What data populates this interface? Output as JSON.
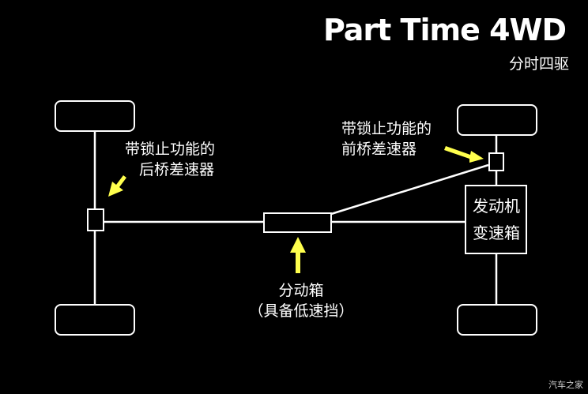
{
  "title": "Part Time 4WD",
  "subtitle": "分时四驱",
  "labels": {
    "rear_diff_line1": "带锁止功能的",
    "rear_diff_line2": "后桥差速器",
    "front_diff_line1": "带锁止功能的",
    "front_diff_line2": "前桥差速器",
    "transfer_line1": "分动箱",
    "transfer_line2": "（具备低速挡）",
    "engine_line1": "发动机",
    "engine_line2": "变速箱"
  },
  "watermark": "汽车之家",
  "colors": {
    "background": "#000000",
    "line": "#ffffff",
    "arrow": "#ffff4d"
  }
}
